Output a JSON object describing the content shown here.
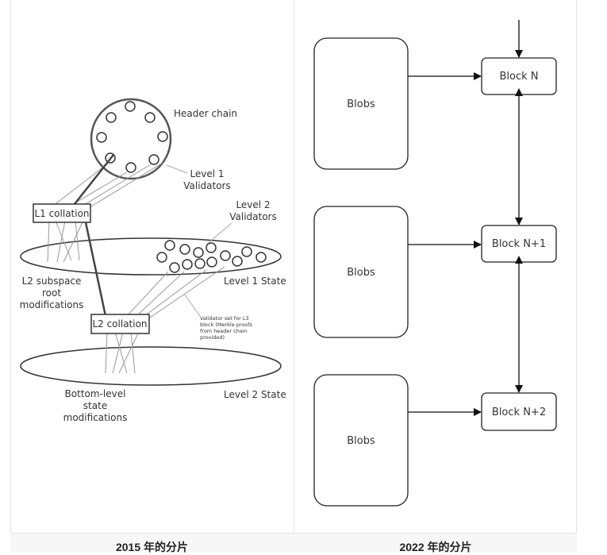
{
  "left_panel": {
    "caption": "2015 年的分片",
    "labels": {
      "header_chain": "Header chain",
      "level1_validators_1": "Level 1",
      "level1_validators_2": "Validators",
      "level2_validators_1": "Level 2",
      "level2_validators_2": "Validators",
      "l1_collation": "L1 collation",
      "l2_collation": "L2 collation",
      "l2_subspace_1": "L2 subspace",
      "l2_subspace_2": "root",
      "l2_subspace_3": "modifications",
      "level1_state": "Level 1 State",
      "level2_state": "Level 2 State",
      "validator_set_1": "Validator set for L3",
      "validator_set_2": "block (Merkle proofs",
      "validator_set_3": "from header chain",
      "validator_set_4": "provided)",
      "bottom_1": "Bottom-level",
      "bottom_2": "state",
      "bottom_3": "modifications"
    }
  },
  "right_panel": {
    "caption": "2022 年的分片",
    "blobs": [
      "Blobs",
      "Blobs",
      "Blobs"
    ],
    "blocks": [
      "Block N",
      "Block N+1",
      "Block N+2"
    ]
  }
}
